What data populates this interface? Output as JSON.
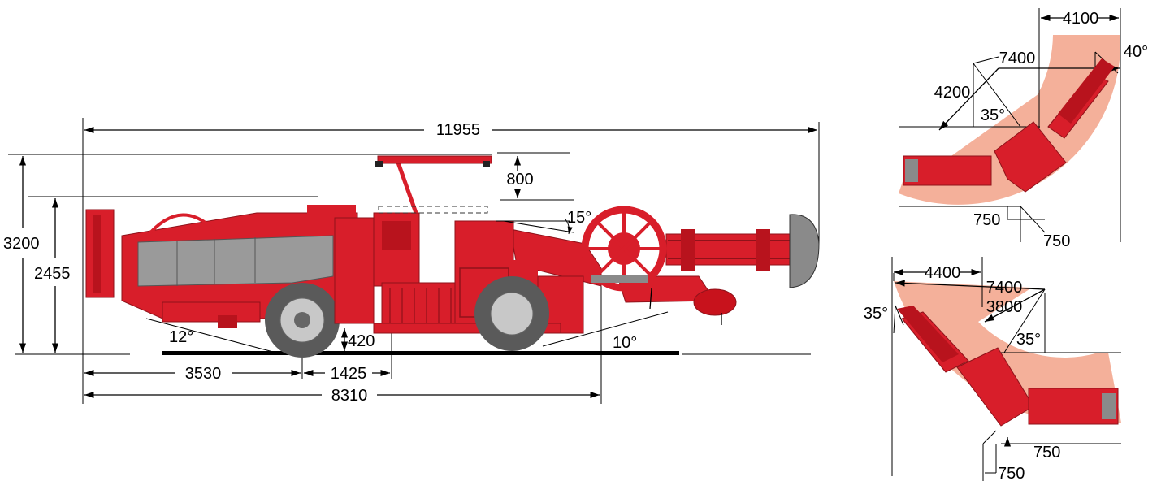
{
  "colors": {
    "machine_red": "#d81e2a",
    "machine_dark": "#8f121a",
    "panel_grey": "#9a9a9a",
    "tire": "#5a5a5a",
    "rim": "#c8c8c8",
    "turn_zone": "#f4b09a",
    "ink": "#000000"
  },
  "side_view": {
    "overall_length": "11955",
    "canopy_raise": "800",
    "height_canopy": "3200",
    "height_body": "2455",
    "boom_angle": "15°",
    "approach_angle": "12°",
    "departure_angle": "10°",
    "ground_clearance": "420",
    "rear_to_axle": "3530",
    "axle_offset": "1425",
    "rear_to_boom_mount": "8310"
  },
  "turn_right": {
    "outer_radius": "7400",
    "inner_radius": "4200",
    "swing_width": "4100",
    "articulation_angle": "35°",
    "boom_swing_angle": "40°",
    "clearance_a": "750",
    "clearance_b": "750"
  },
  "turn_left": {
    "outer_radius": "7400",
    "inner_radius": "3800",
    "swing_width": "4400",
    "boom_swing_angle": "35°",
    "articulation_angle": "35°",
    "clearance_a": "750",
    "clearance_b": "750"
  }
}
